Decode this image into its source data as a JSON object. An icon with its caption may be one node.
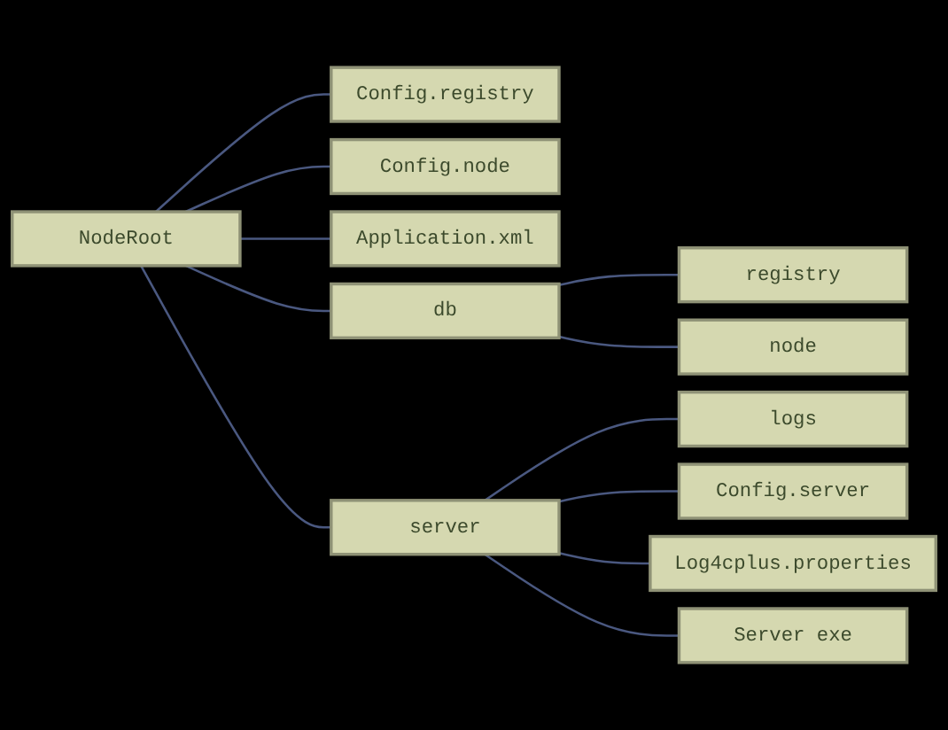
{
  "diagram": {
    "nodes": [
      {
        "text": [
          "NodeRoot"
        ]
      },
      {
        "text": [
          "Config.registry"
        ]
      },
      {
        "text": [
          "Config.node"
        ]
      },
      {
        "text": [
          "Application.xml"
        ]
      },
      {
        "text": [
          "db"
        ]
      },
      {
        "text": [
          "server"
        ]
      },
      {
        "text": [
          "registry"
        ]
      },
      {
        "text": [
          "node"
        ]
      },
      {
        "text": [
          "logs"
        ]
      },
      {
        "text": [
          "Config.server"
        ]
      },
      {
        "text": [
          "Log4cplus.properties"
        ]
      },
      {
        "text": [
          "Server exe"
        ]
      }
    ],
    "edges": [
      {
        "from": 0,
        "to": 1,
        "arrow": "none"
      },
      {
        "from": 0,
        "to": 2,
        "arrow": "none"
      },
      {
        "from": 0,
        "to": 3,
        "arrow": "none"
      },
      {
        "from": 0,
        "to": 4,
        "arrow": "none"
      },
      {
        "from": 0,
        "to": 5,
        "arrow": "none"
      },
      {
        "from": 4,
        "to": 6,
        "arrow": "none"
      },
      {
        "from": 4,
        "to": 7,
        "arrow": "none"
      },
      {
        "from": 5,
        "to": 8,
        "arrow": "none"
      },
      {
        "from": 5,
        "to": 9,
        "arrow": "none"
      },
      {
        "from": 5,
        "to": 10,
        "arrow": "none"
      },
      {
        "from": 5,
        "to": 11,
        "arrow": "none"
      }
    ]
  }
}
